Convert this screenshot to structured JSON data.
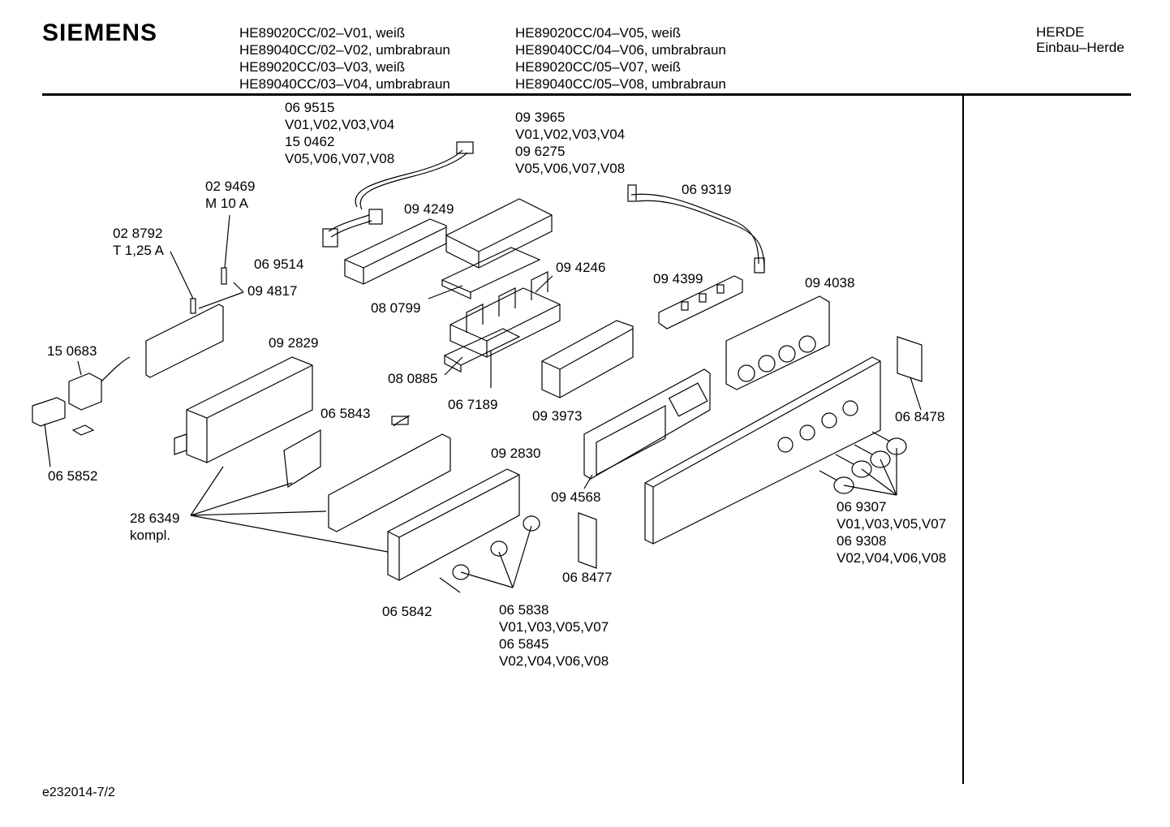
{
  "header": {
    "brand": "SIEMENS",
    "models_col1": [
      "HE89020CC/02–V01, weiß",
      "HE89040CC/02–V02, umbrabraun",
      "HE89020CC/03–V03, weiß",
      "HE89040CC/03–V04, umbrabraun"
    ],
    "models_col2": [
      "HE89020CC/04–V05, weiß",
      "HE89040CC/04–V06, umbrabraun",
      "HE89020CC/05–V07, weiß",
      "HE89040CC/05–V08, umbrabraun"
    ],
    "category_line1": "HERDE",
    "category_line2": "Einbau–Herde"
  },
  "footer": {
    "drawing_id": "e232014-7/2"
  },
  "parts": [
    {
      "id": "p069515",
      "lines": [
        "06 9515",
        "V01,V02,V03,V04",
        "15 0462",
        "V05,V06,V07,V08"
      ]
    },
    {
      "id": "p093965",
      "lines": [
        "09 3965",
        "V01,V02,V03,V04",
        "09 6275",
        "V05,V06,V07,V08"
      ]
    },
    {
      "id": "p029469",
      "lines": [
        "02 9469",
        "M 10 A"
      ]
    },
    {
      "id": "p094249",
      "lines": [
        "09 4249"
      ]
    },
    {
      "id": "p069319",
      "lines": [
        "06 9319"
      ]
    },
    {
      "id": "p028792",
      "lines": [
        "02 8792",
        "T 1,25 A"
      ]
    },
    {
      "id": "p069514",
      "lines": [
        "06 9514"
      ]
    },
    {
      "id": "p094246",
      "lines": [
        "09 4246"
      ]
    },
    {
      "id": "p094817",
      "lines": [
        "09 4817"
      ]
    },
    {
      "id": "p094399",
      "lines": [
        "09 4399"
      ]
    },
    {
      "id": "p094038",
      "lines": [
        "09 4038"
      ]
    },
    {
      "id": "p080799",
      "lines": [
        "08 0799"
      ]
    },
    {
      "id": "p092829",
      "lines": [
        "09 2829"
      ]
    },
    {
      "id": "p150683",
      "lines": [
        "15 0683"
      ]
    },
    {
      "id": "p080885",
      "lines": [
        "08 0885"
      ]
    },
    {
      "id": "p067189",
      "lines": [
        "06 7189"
      ]
    },
    {
      "id": "p093973",
      "lines": [
        "09 3973"
      ]
    },
    {
      "id": "p065843",
      "lines": [
        "06 5843"
      ]
    },
    {
      "id": "p068478",
      "lines": [
        "06 8478"
      ]
    },
    {
      "id": "p092830",
      "lines": [
        "09 2830"
      ]
    },
    {
      "id": "p065852",
      "lines": [
        "06 5852"
      ]
    },
    {
      "id": "p094568",
      "lines": [
        "09 4568"
      ]
    },
    {
      "id": "p069307",
      "lines": [
        "06 9307",
        "V01,V03,V05,V07",
        "06 9308",
        "V02,V04,V06,V08"
      ]
    },
    {
      "id": "p286349",
      "lines": [
        "28 6349",
        "kompl."
      ]
    },
    {
      "id": "p068477",
      "lines": [
        "06 8477"
      ]
    },
    {
      "id": "p065842",
      "lines": [
        "06 5842"
      ]
    },
    {
      "id": "p065838",
      "lines": [
        "06 5838",
        "V01,V03,V05,V07",
        "06 5845",
        "V02,V04,V06,V08"
      ]
    }
  ]
}
